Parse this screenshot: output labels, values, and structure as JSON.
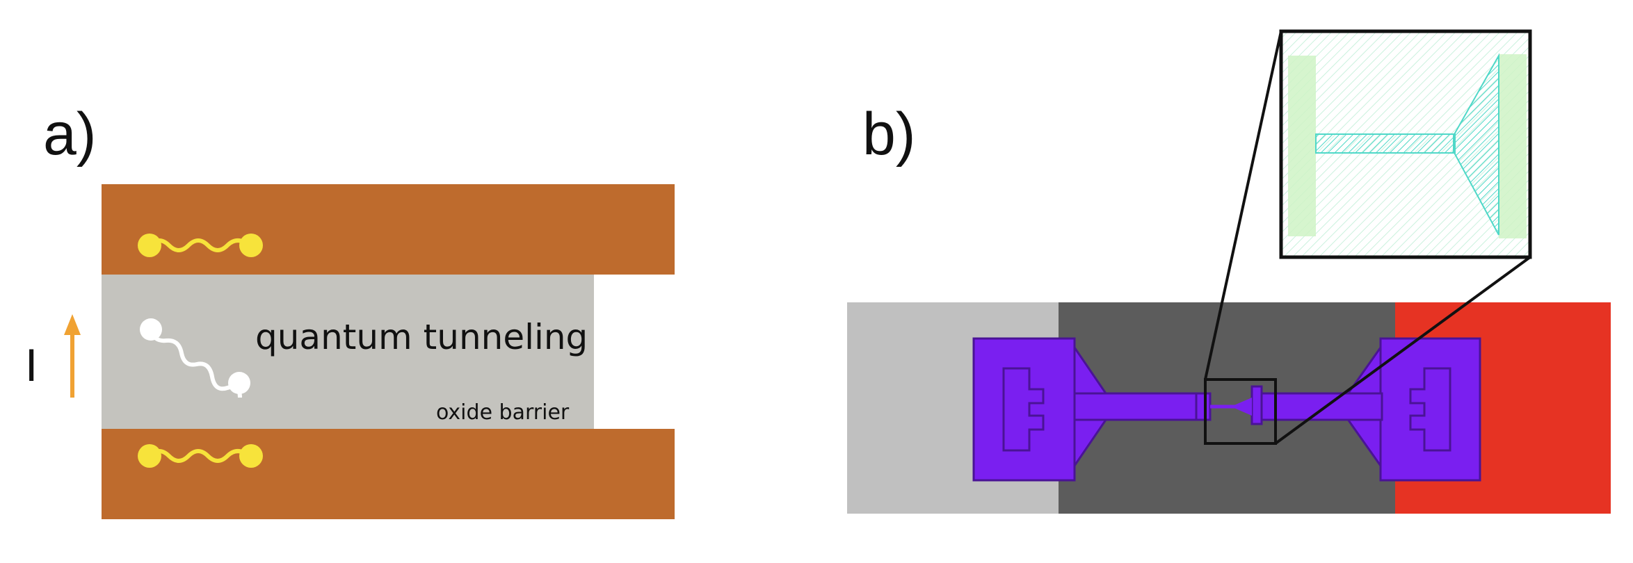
{
  "panel_a": {
    "label": "a)",
    "current_symbol": "I",
    "tunneling_label": "quantum tunneling",
    "barrier_label": "oxide barrier",
    "colors": {
      "electrode": "#BE6B2D",
      "barrier": "#C4C3BE",
      "cooper_pair": "#F7E33B",
      "tunneling_pair": "#FFFFFF",
      "current_arrow": "#F0A233"
    }
  },
  "panel_b": {
    "label": "b)",
    "colors": {
      "substrate_light": "#C0C0C0",
      "substrate_dark": "#5C5C5C",
      "substrate_red": "#E63323",
      "pad": "#7A1FF0",
      "pad_outline": "#4A1396",
      "inset_fill": "#CFF3C6",
      "inset_hatch": "#63D9C9",
      "frame": "#111111"
    }
  }
}
